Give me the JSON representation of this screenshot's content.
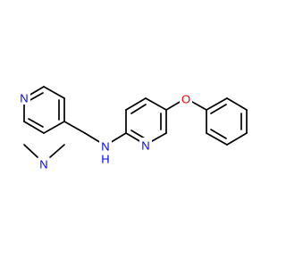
{
  "molecule": {
    "colors": {
      "bond": "#000000",
      "nitrogen": "#0000ff",
      "oxygen": "#ff0000",
      "background": "#ffffff"
    },
    "atoms": {
      "n_pyrimidine_top": "N",
      "n_pyrimidine_bottom": "N",
      "nh": "N",
      "h_amine": "H",
      "n_pyridine": "N",
      "o_ether": "O"
    }
  }
}
